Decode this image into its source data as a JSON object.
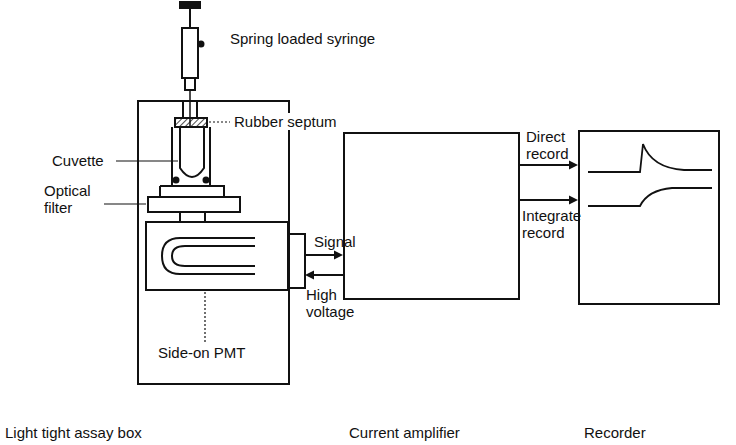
{
  "diagram": {
    "nodes": [
      {
        "text": [
          "Light tight assay box"
        ]
      },
      {
        "text": [
          "Current amplifier"
        ]
      },
      {
        "text": [
          "Recorder"
        ]
      }
    ],
    "edges": [
      {
        "from": 0,
        "to": 1,
        "arrow": "to",
        "label": "Signal"
      },
      {
        "from": 1,
        "to": 0,
        "arrow": "to",
        "label": "High voltage"
      },
      {
        "from": 1,
        "to": 2,
        "arrow": "to",
        "label": "Direct record"
      },
      {
        "from": 1,
        "to": 2,
        "arrow": "to",
        "label": "Integrate record"
      }
    ],
    "labels": [
      "Spring loaded syringe",
      "Rubber septum",
      "Cuvette",
      "Optical filter",
      "Side-on PMT"
    ]
  }
}
